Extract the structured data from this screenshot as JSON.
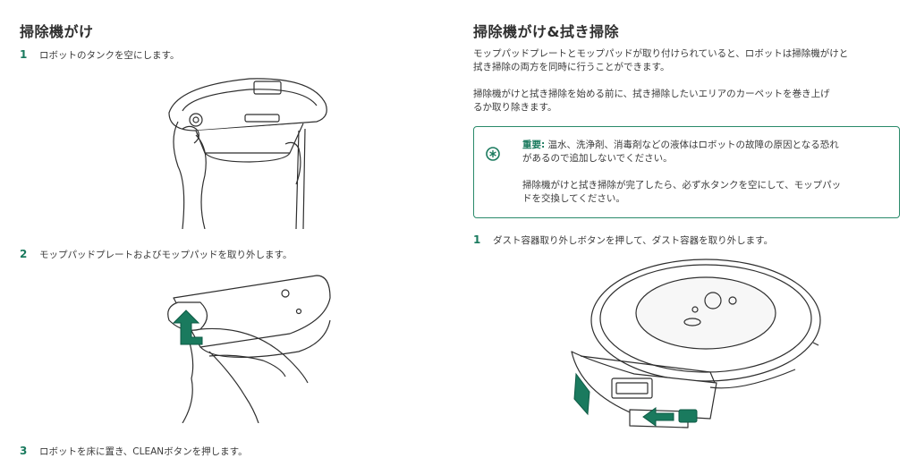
{
  "left": {
    "title": "掃除機がけ",
    "steps": [
      {
        "num": "1",
        "text": "ロボットのタンクを空にします。"
      },
      {
        "num": "2",
        "text": "モップパッドプレートおよびモップパッドを取り外します。"
      },
      {
        "num": "3",
        "text": "ロボットを床に置き、CLEANボタンを押します。"
      }
    ]
  },
  "right": {
    "title": "掃除機がけ&拭き掃除",
    "para1_line1": "モップパッドプレートとモップパッドが取り付けられていると、ロボットは掃除機がけと",
    "para1_line2": "拭き掃除の両方を同時に行うことができます。",
    "para2_line1": "掃除機がけと拭き掃除を始める前に、拭き掃除したいエリアのカーペットを巻き上げ",
    "para2_line2": "るか取り除きます。",
    "callout": {
      "important_label": "重要:",
      "line1": " 温水、洗浄剤、消毒剤などの液体はロボットの故障の原因となる恐れ",
      "line2": "があるので追加しないでください。",
      "line3": "掃除機がけと拭き掃除が完了したら、必ず水タンクを空にして、モップパッ",
      "line4": "ドを交換してください。"
    },
    "steps": [
      {
        "num": "1",
        "text": "ダスト容器取り外しボタンを押して、ダスト容器を取り外します。"
      }
    ]
  },
  "colors": {
    "accent": "#1a7a5e",
    "text": "#3a3a3a",
    "border": "#2a8a6a"
  }
}
